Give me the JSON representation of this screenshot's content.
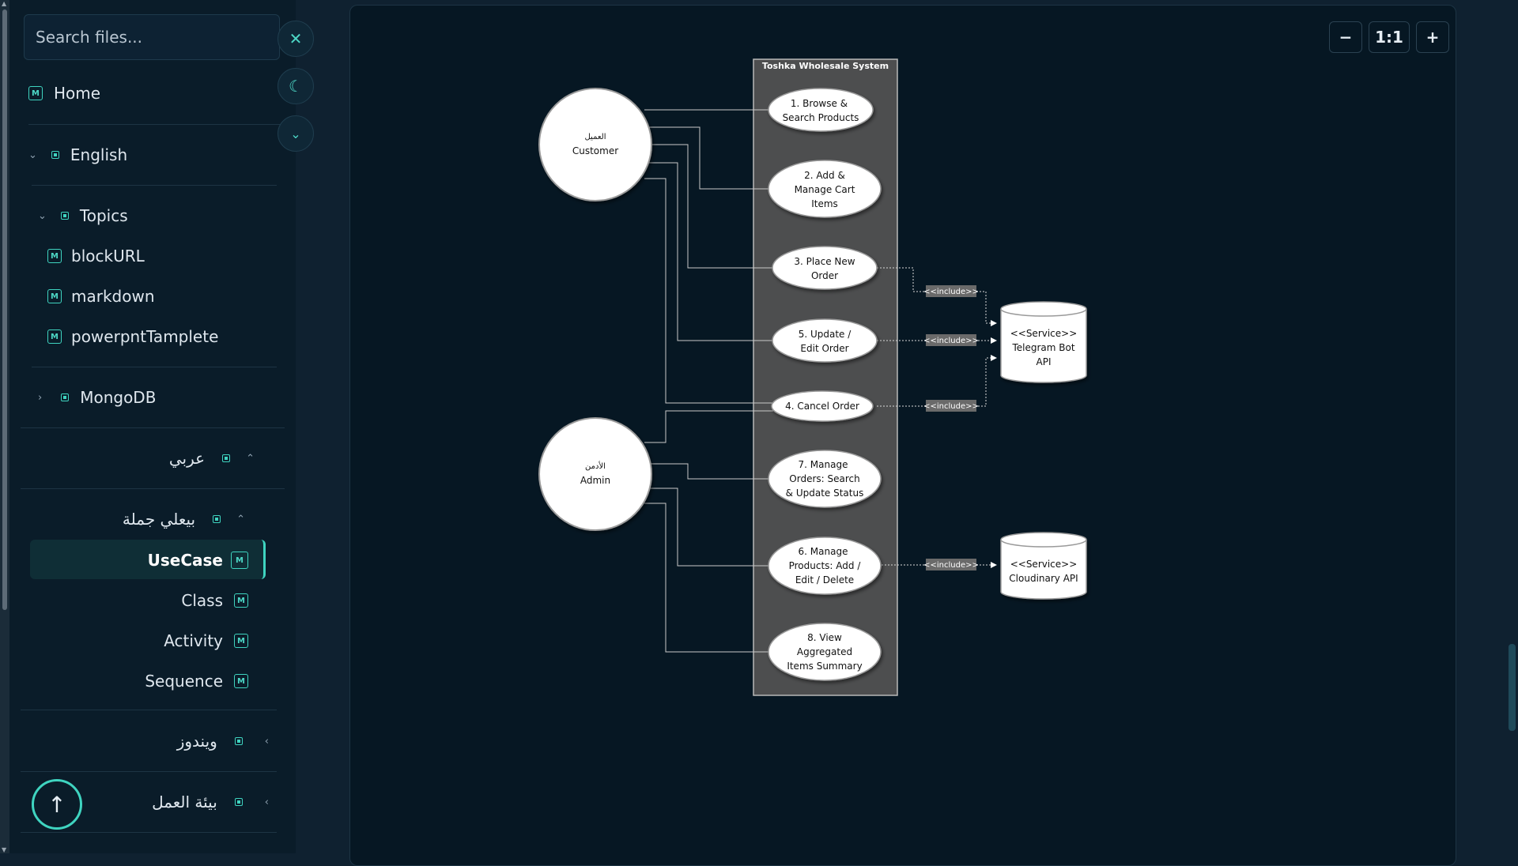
{
  "sidebar": {
    "search_placeholder": "Search files...",
    "home_label": "Home",
    "english_label": "English",
    "topics_label": "Topics",
    "topic_items": [
      "blockURL",
      "markdown",
      "powerpntTamplete"
    ],
    "mongodb_label": "MongoDB",
    "arabic_label": "عربي",
    "wholesale_label": "بيعلي جملة",
    "diagram_items": [
      "UseCase",
      "Class",
      "Activity",
      "Sequence"
    ],
    "windows_label": "ويندوز",
    "workspace_label": "بيئة العمل",
    "badge_m": "M"
  },
  "controls": {
    "zoom_out": "−",
    "zoom_reset": "1:1",
    "zoom_in": "+"
  },
  "diagram": {
    "system_title": "Toshka Wholesale System",
    "actors": [
      {
        "arabic": "العميل",
        "english": "Customer"
      },
      {
        "arabic": "الأدمن",
        "english": "Admin"
      }
    ],
    "usecases": [
      [
        "1. Browse &",
        "Search Products"
      ],
      [
        "2. Add &",
        "Manage Cart",
        "Items"
      ],
      [
        "3. Place New",
        "Order"
      ],
      [
        "5. Update /",
        "Edit Order"
      ],
      [
        "4. Cancel Order"
      ],
      [
        "7. Manage",
        "Orders: Search",
        "& Update Status"
      ],
      [
        "6. Manage",
        "Products: Add /",
        "Edit / Delete"
      ],
      [
        "8. View",
        "Aggregated",
        "Items Summary"
      ]
    ],
    "services": [
      [
        "<<Service>>",
        "Telegram Bot",
        "API"
      ],
      [
        "<<Service>>",
        "Cloudinary API"
      ]
    ],
    "include_label": "<<include>>"
  }
}
